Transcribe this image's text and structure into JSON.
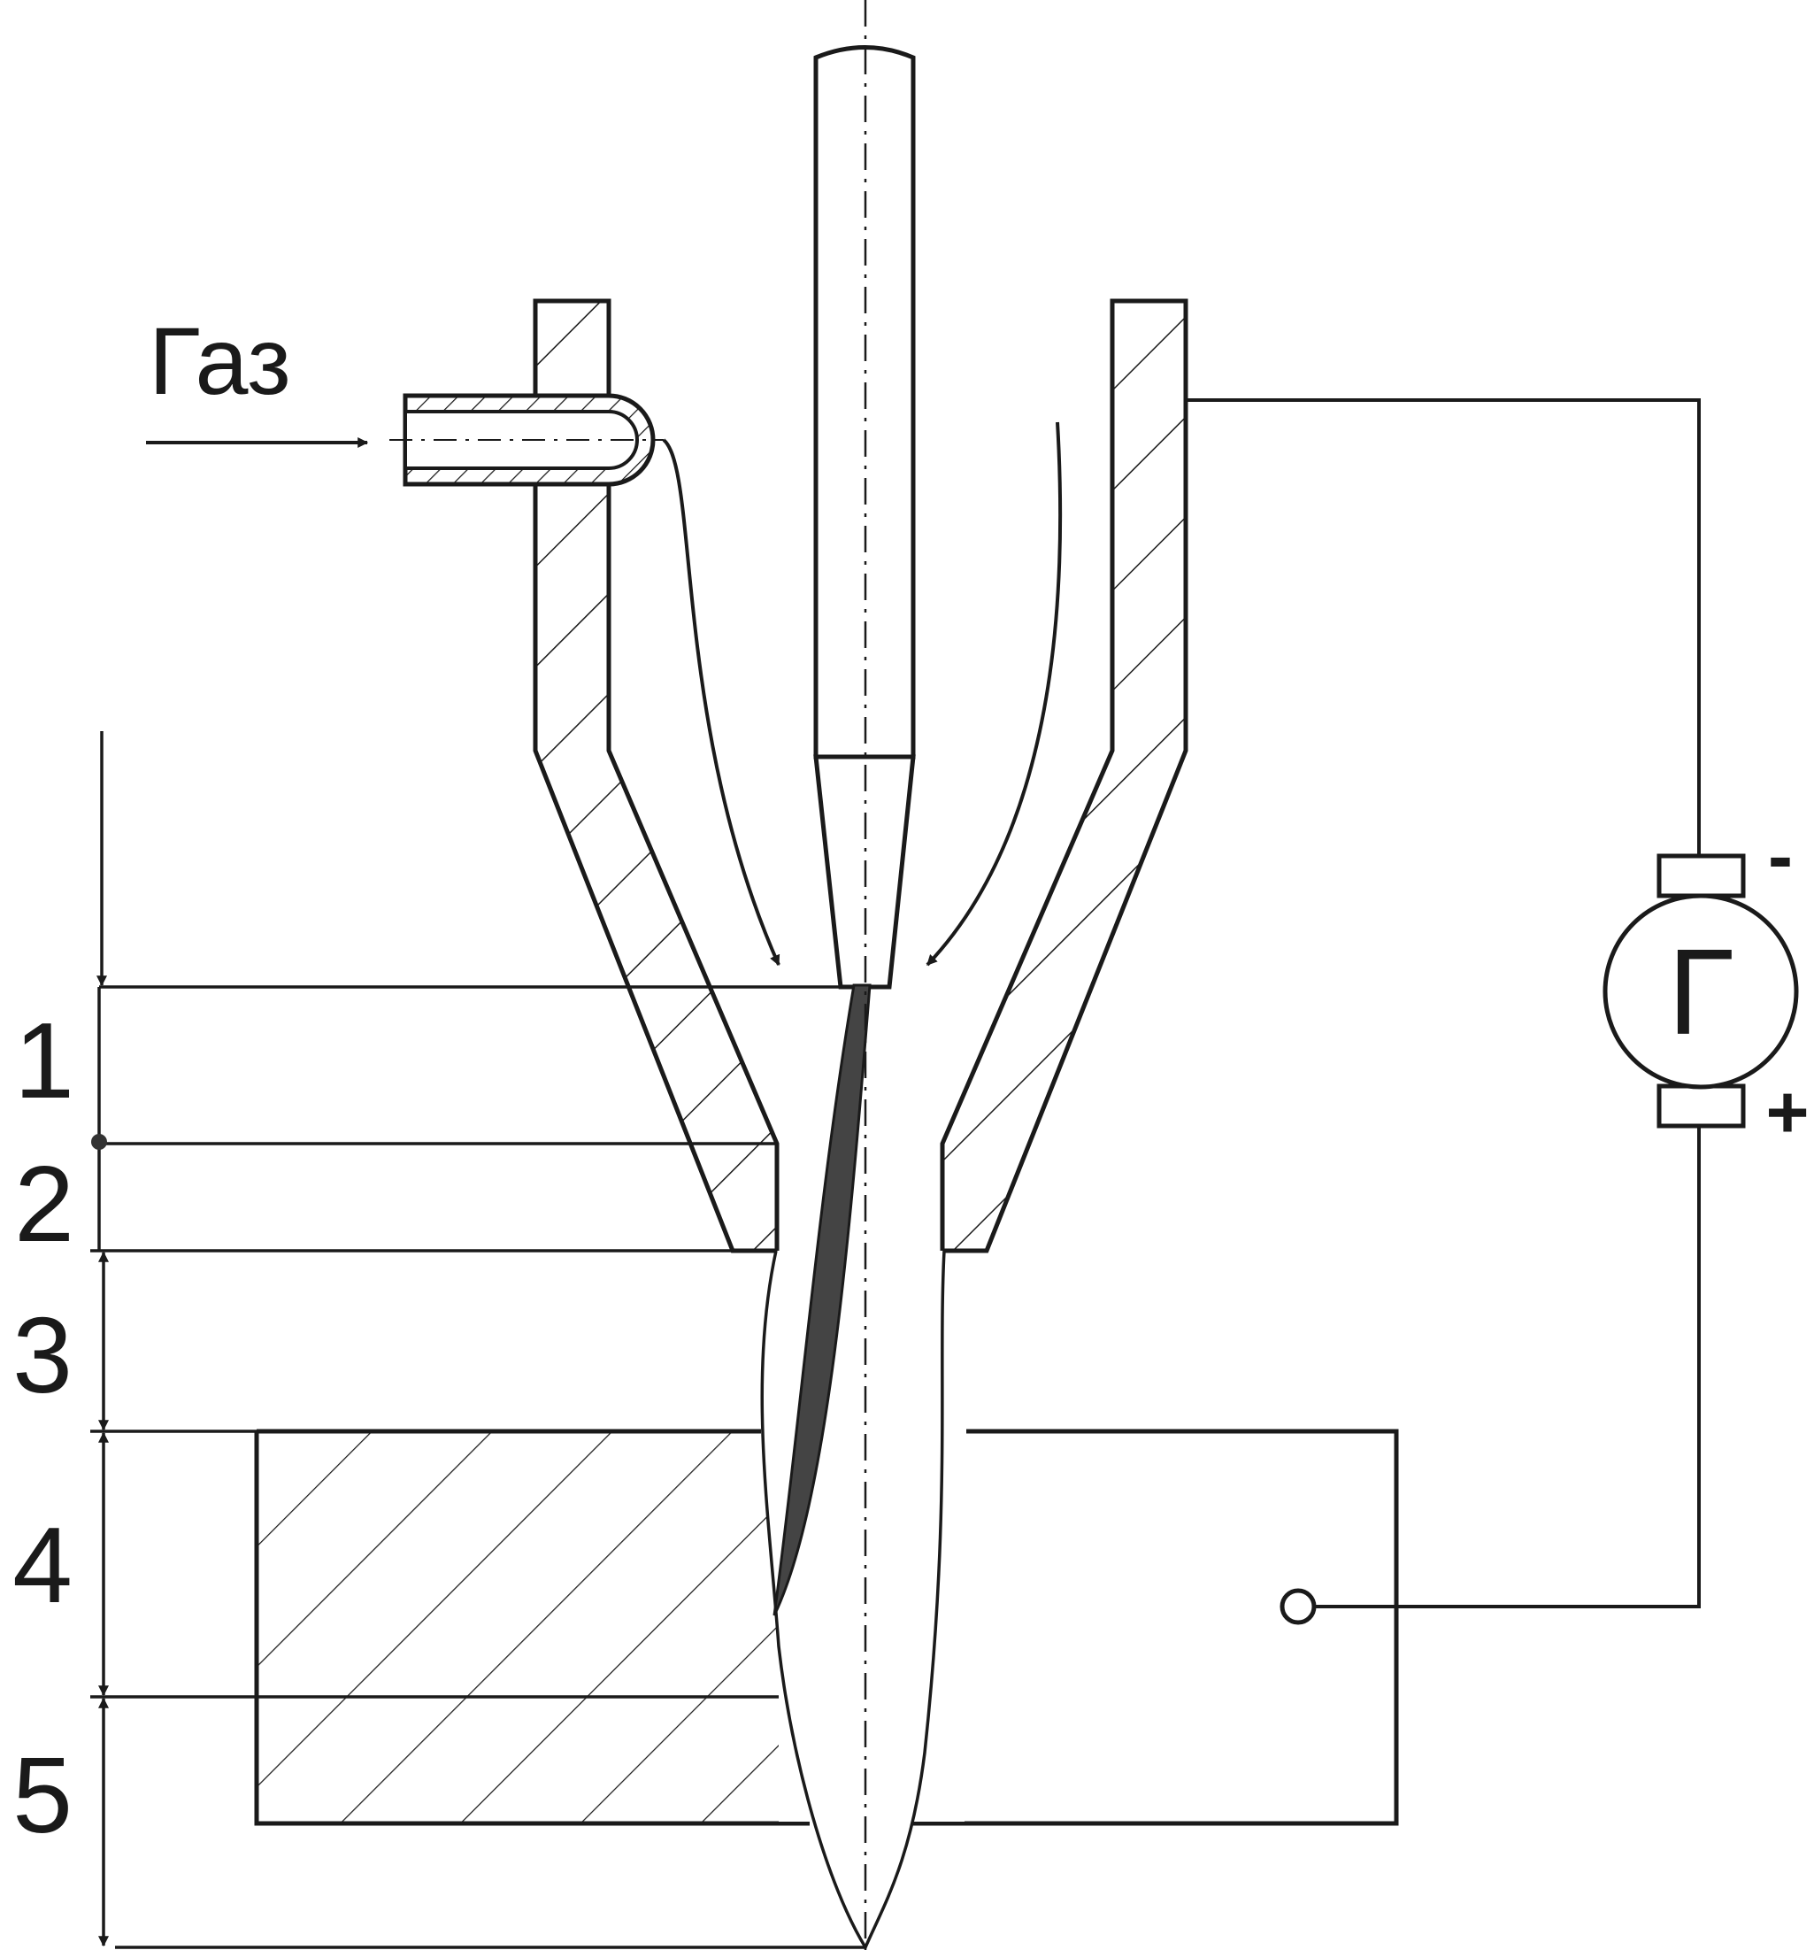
{
  "labels": {
    "gas": "Газ",
    "generator": "Г",
    "minus": "-",
    "plus": "+"
  },
  "zones": [
    {
      "number": "1"
    },
    {
      "number": "2"
    },
    {
      "number": "3"
    },
    {
      "number": "4"
    },
    {
      "number": "5"
    }
  ],
  "colors": {
    "line": "#1a1a1a",
    "arc_core": "#444444",
    "background": "#ffffff"
  }
}
